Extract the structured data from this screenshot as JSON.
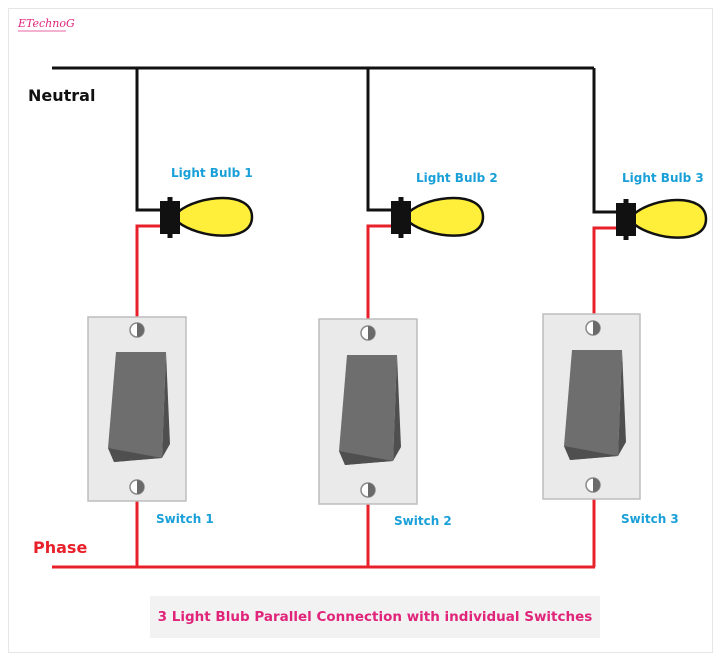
{
  "logo": {
    "text": "ETechnoG",
    "tagline": "",
    "color": "#e0247a"
  },
  "labels": {
    "neutral": "Neutral",
    "phase": "Phase"
  },
  "bulbs": [
    {
      "label": "Light Bulb 1"
    },
    {
      "label": "Light Bulb 2"
    },
    {
      "label": "Light Bulb 3"
    }
  ],
  "switches": [
    {
      "label": "Switch 1"
    },
    {
      "label": "Switch 2"
    },
    {
      "label": "Switch 3"
    }
  ],
  "caption": "3 Light Blub Parallel Connection with individual Switches",
  "colors": {
    "neutral_wire": "#111111",
    "phase_wire": "#e8202a",
    "component_label": "#1aa0d8",
    "bulb_fill": "#ffef3a",
    "switch_plate": "#eaeaea",
    "switch_rocker": "#6e6e6e",
    "caption": "#e0247a"
  }
}
